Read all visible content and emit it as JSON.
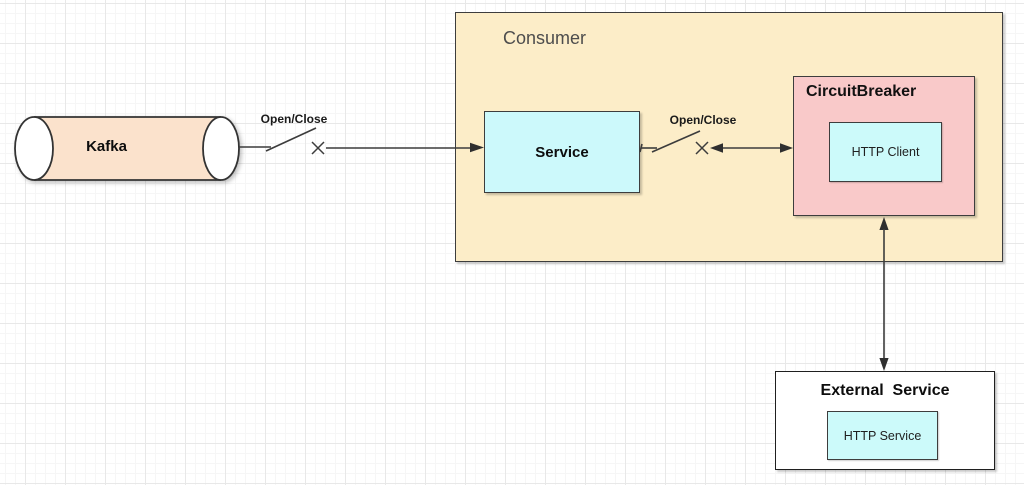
{
  "diagram": {
    "title_note": "circuit breaker architecture diagram",
    "nodes": {
      "kafka": {
        "label": "Kafka",
        "shape": "cylinder",
        "fill": "#fbe2cc"
      },
      "consumer": {
        "label": "Consumer",
        "shape": "container-box",
        "fill": "#fcedc8"
      },
      "service": {
        "label": "Service",
        "shape": "box",
        "fill": "#ccf9fb"
      },
      "circuit_breaker": {
        "label": "CircuitBreaker",
        "shape": "container-box",
        "fill": "#f9c9c9"
      },
      "http_client": {
        "label": "HTTP Client",
        "shape": "box",
        "fill": "#ccfafa"
      },
      "external_service": {
        "label": "External  Service",
        "shape": "container-box",
        "fill": "#ffffff"
      },
      "http_service": {
        "label": "HTTP Service",
        "shape": "box",
        "fill": "#ccfafa"
      }
    },
    "connectors": {
      "kafka_to_service": {
        "label": "Open/Close",
        "type": "switch-with-arrow",
        "from": "Kafka",
        "to": "Service"
      },
      "service_to_circuit_breaker": {
        "label": "Open/Close",
        "type": "switch-with-double-arrow",
        "from": "Service",
        "to": "CircuitBreaker"
      },
      "circuit_breaker_to_external_service": {
        "label": "",
        "type": "double-arrow",
        "from": "CircuitBreaker",
        "to": "External Service"
      }
    },
    "colors": {
      "edge_stroke": "#3c3c3c",
      "grid_minor": "#f6f6f6",
      "grid_major": "#e8e8e8",
      "background": "#ffffff"
    }
  }
}
